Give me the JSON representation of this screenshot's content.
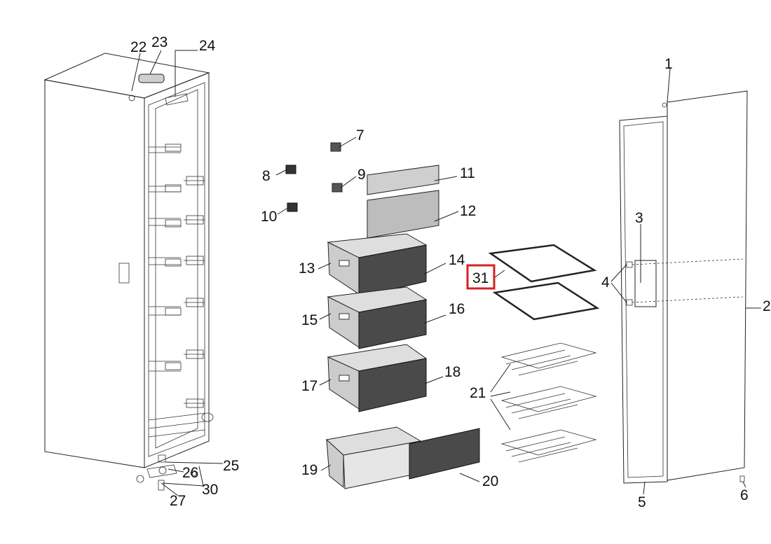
{
  "diagram": {
    "callouts": {
      "c1": "1",
      "c2": "2",
      "c3": "3",
      "c4": "4",
      "c5": "5",
      "c6": "6",
      "c7": "7",
      "c8": "8",
      "c9": "9",
      "c10": "10",
      "c11": "11",
      "c12": "12",
      "c13": "13",
      "c14": "14",
      "c15": "15",
      "c16": "16",
      "c17": "17",
      "c18": "18",
      "c19": "19",
      "c20": "20",
      "c21": "21",
      "c22": "22",
      "c23": "23",
      "c24": "24",
      "c25": "25",
      "c26": "26",
      "c27": "27",
      "c30": "30",
      "c31": "31"
    },
    "highlighted_callout": "31",
    "colors": {
      "line": "#222222",
      "drawer_body": "#d4d4d4",
      "drawer_front": "#4a4a4a",
      "highlight": "#d42026"
    }
  }
}
